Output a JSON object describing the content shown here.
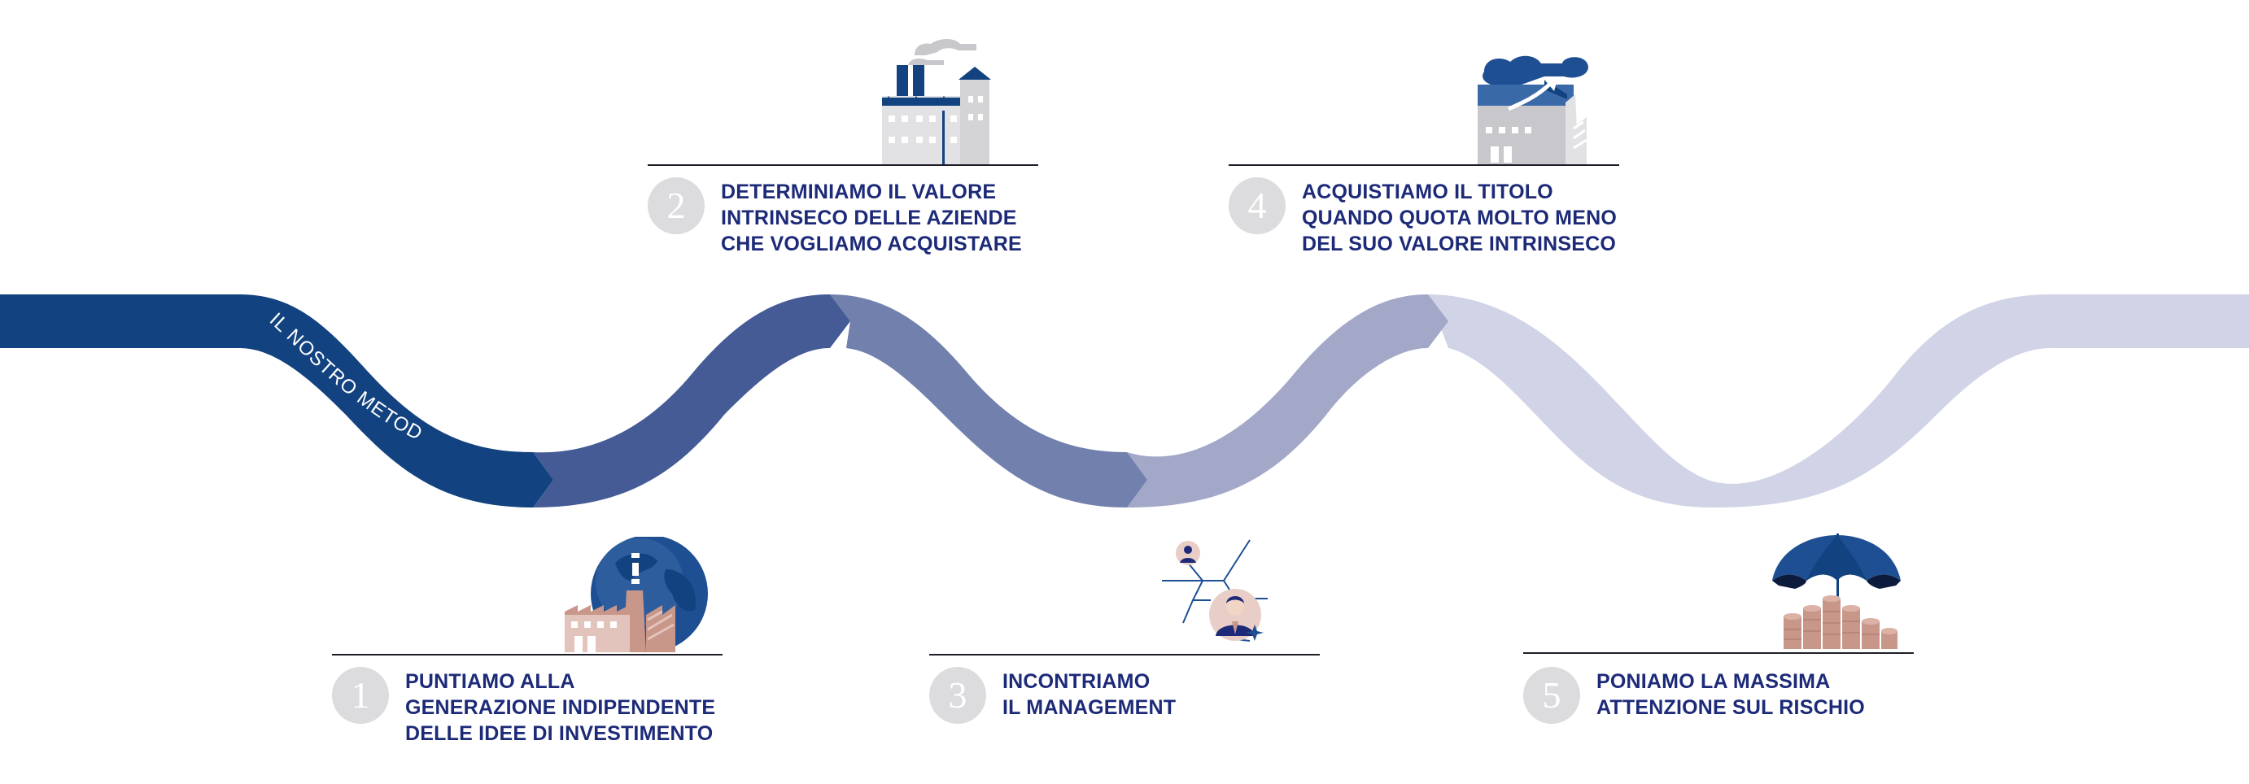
{
  "ribbon": {
    "label": "IL NOSTRO METODO",
    "colors": [
      "#12427f",
      "#455b96",
      "#7180ad",
      "#a3a7c8",
      "#d1d3e6"
    ]
  },
  "steps": [
    {
      "number": "1",
      "lines": [
        "PUNTIAMO ALLA",
        "GENERAZIONE INDIPENDENTE",
        "DELLE IDEE DI INVESTIMENTO"
      ],
      "icon": "globe-factory-icon"
    },
    {
      "number": "2",
      "lines": [
        "DETERMINIAMO IL VALORE",
        "INTRINSECO DELLE AZIENDE",
        "CHE VOGLIAMO ACQUISTARE"
      ],
      "icon": "factory-icon"
    },
    {
      "number": "3",
      "lines": [
        "INCONTRIAMO",
        "IL MANAGEMENT"
      ],
      "icon": "management-network-icon"
    },
    {
      "number": "4",
      "lines": [
        "ACQUISTIAMO IL TITOLO",
        "QUANDO QUOTA MOLTO MENO",
        "DEL SUO VALORE INTRINSECO"
      ],
      "icon": "factory-growth-icon"
    },
    {
      "number": "5",
      "lines": [
        "PONIAMO LA MASSIMA",
        "ATTENZIONE SUL RISCHIO"
      ],
      "icon": "umbrella-coins-icon"
    }
  ],
  "colors": {
    "text": "#1c2a78",
    "badge": "#dcdcde",
    "rule": "#1e1e28",
    "copper": "#c9978a",
    "navy": "#1f4f93"
  }
}
